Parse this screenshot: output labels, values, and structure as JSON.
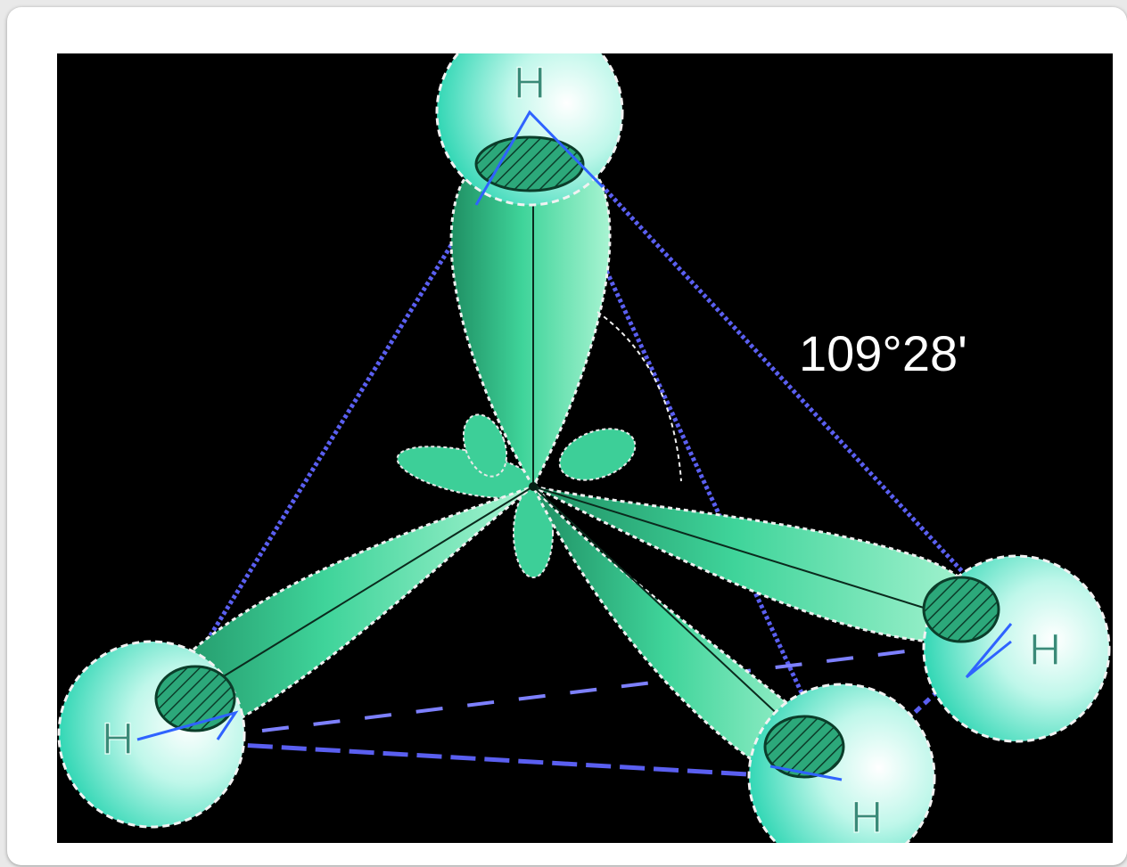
{
  "figure": {
    "atom_labels": {
      "top": "H",
      "left": "H",
      "right": "H",
      "bottom": "H"
    },
    "bond_angle": "109°28'"
  },
  "colors": {
    "lobe": "#3dcf98",
    "sphere": "#8ff1dc",
    "edges": "#5a5ff0",
    "background": "#000000"
  }
}
